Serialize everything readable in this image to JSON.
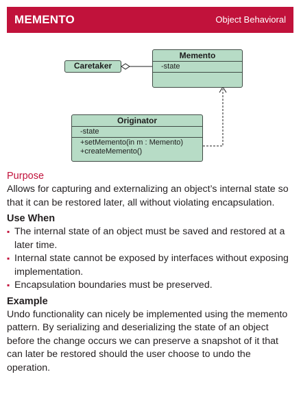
{
  "header": {
    "title": "MEMENTO",
    "category": "Object Behavioral"
  },
  "diagram": {
    "caretaker": {
      "name": "Caretaker"
    },
    "memento": {
      "name": "Memento",
      "attributes": [
        "-state"
      ],
      "operations": []
    },
    "originator": {
      "name": "Originator",
      "attributes": [
        "-state"
      ],
      "operations": [
        "+setMemento(in m : Memento)",
        "+createMemento()"
      ]
    }
  },
  "purpose": {
    "heading": "Purpose",
    "text": "Allows for capturing and externalizing an object’s internal state so that it can be restored later, all without violating encapsulation."
  },
  "use_when": {
    "heading": "Use When",
    "items": [
      "The internal state of an object must be saved and restored at a later time.",
      "Internal state cannot be exposed by interfaces without exposing implementation.",
      "Encapsulation boundaries must be preserved."
    ]
  },
  "example": {
    "heading": "Example",
    "text": "Undo functionality can nicely be implemented using the memento pattern. By serializing and deserializing the state of an object before the change occurs we can preserve a snapshot of it that can later be restored should the user choose to undo the operation."
  },
  "colors": {
    "brand": "#c1123b",
    "uml_fill": "#b7dcc6",
    "uml_stroke": "#3f4a44"
  }
}
